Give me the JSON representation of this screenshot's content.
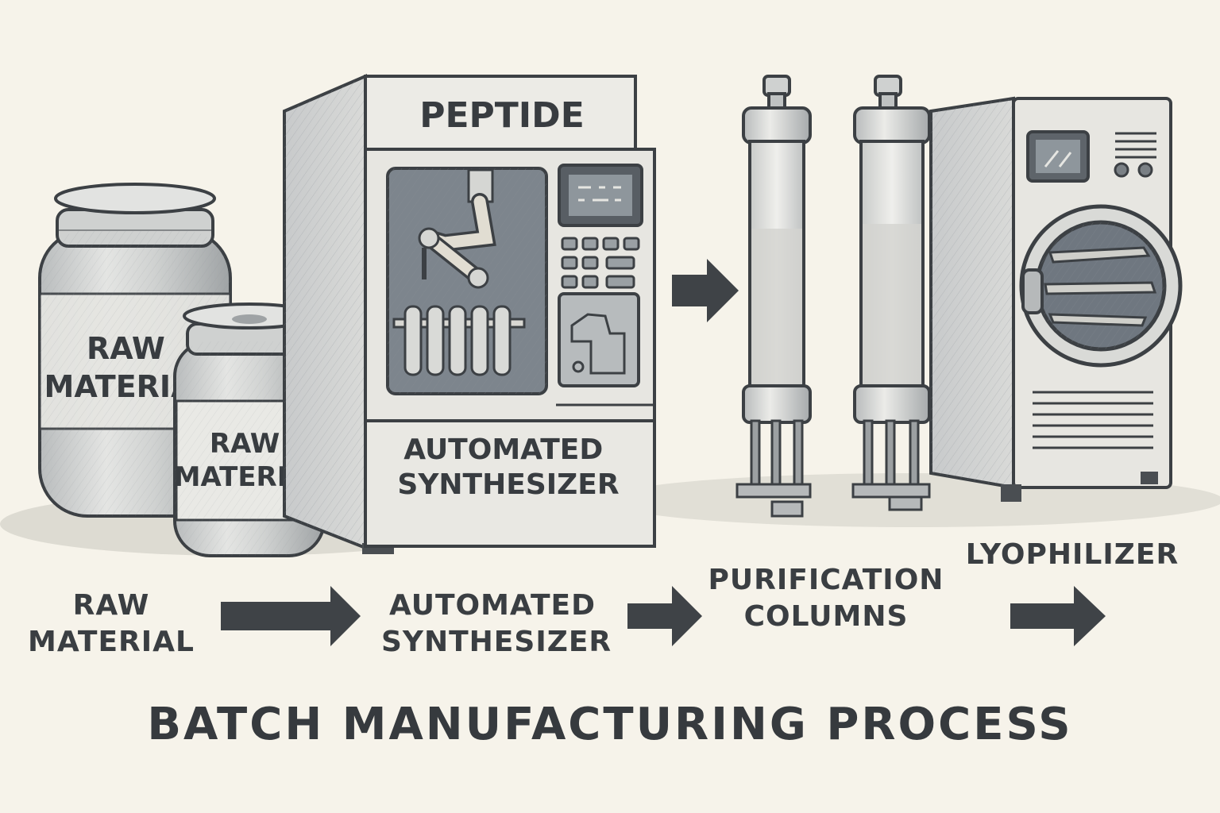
{
  "labels": {
    "jar_large": "RAW\nMATERIA",
    "jar_small": "RAW\nMATERIAL",
    "synth_top": "PEPTIDE",
    "synth_panel": "AUTOMATED\nSYNTHESIZER"
  },
  "steps": [
    {
      "label": "RAW\nMATERIAL"
    },
    {
      "label": "AUTOMATED\nSYNTHESIZER"
    },
    {
      "label": "PURIFICATION\nCOLUMNS"
    },
    {
      "label": "LYOPHILIZER"
    }
  ],
  "title": "BATCH MANUFACTURING PROCESS",
  "colors": {
    "background": "#f6f3ea",
    "ink": "#3a3e42",
    "metal": "#dcdcd8",
    "window": "#7c848c"
  }
}
